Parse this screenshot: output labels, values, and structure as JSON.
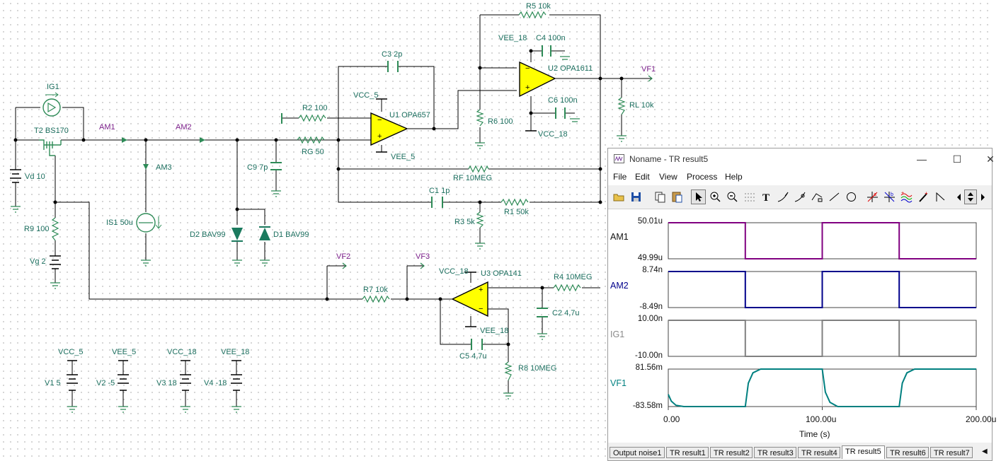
{
  "schematic": {
    "components": {
      "ig1": "IG1",
      "t2": "T2 BS170",
      "vd": "Vd 10",
      "r9": "R9 100",
      "vg": "Vg 2",
      "am3": "AM3",
      "is1": "IS1 50u",
      "c9": "C9 7p",
      "d2": "D2 BAV99",
      "d1": "D1 BAV99",
      "r2": "R2 100",
      "rg": "RG 50",
      "c3": "C3 2p",
      "vcc5": "VCC_5",
      "u1": "U1 OPA657",
      "vee5": "VEE_5",
      "rf": "RF 10MEG",
      "c1": "C1 1p",
      "r1": "R1 50k",
      "r3": "R3 5k",
      "r5": "R5 10k",
      "vee18_top": "VEE_18",
      "c4": "C4 100n",
      "u2": "U2 OPA1611",
      "r6": "R6 100",
      "c6": "C6 100n",
      "vcc18_top": "VCC_18",
      "rl": "RL 10k",
      "r7": "R7 10k",
      "vcc18_u3": "VCC_18",
      "u3": "U3 OPA141",
      "r4": "R4 10MEG",
      "c2": "C2 4,7u",
      "vee18_u3": "VEE_18",
      "c5": "C5 4,7u",
      "r8": "R8 10MEG",
      "sup_vcc5": "VCC_5",
      "sup_vee5": "VEE_5",
      "sup_vcc18": "VCC_18",
      "sup_vee18": "VEE_18",
      "v1": "V1 5",
      "v2": "V2 -5",
      "v3": "V3 18",
      "v4": "V4 -18"
    },
    "nodes": {
      "am1": "AM1",
      "am2": "AM2",
      "vf1": "VF1",
      "vf2": "VF2",
      "vf3": "VF3"
    }
  },
  "window": {
    "title": "Noname - TR result5",
    "menu": [
      "File",
      "Edit",
      "View",
      "Process",
      "Help"
    ],
    "toolbar_icons": [
      "open-folder-icon",
      "save-icon",
      "copy-icon",
      "paste-icon",
      "pointer-icon",
      "zoom-in-icon",
      "zoom-out-icon",
      "grid-icon",
      "text-icon",
      "curve-a-icon",
      "curve-b-icon",
      "curve-c-icon",
      "line-icon",
      "circle-icon",
      "cursor-a-icon",
      "cursor-b-icon",
      "waves-icon",
      "pen-icon",
      "step-icon",
      "scroll-left-icon",
      "scroll-updown-icon",
      "scroll-right-icon"
    ],
    "tabs": [
      "Output noise1",
      "TR result1",
      "TR result2",
      "TR result3",
      "TR result4",
      "TR result5",
      "TR result6",
      "TR result7"
    ],
    "active_tab": "TR result5"
  },
  "chart_data": {
    "type": "line",
    "xlabel": "Time (s)",
    "x_tick_labels": [
      "0.00",
      "100.00u",
      "200.00u"
    ],
    "xlim": [
      0,
      0.0002
    ],
    "traces": [
      {
        "name": "AM1",
        "color": "#800080",
        "ymax_label": "50.01u",
        "ymin_label": "49.99u",
        "x": [
          0,
          5e-05,
          5e-05,
          0.0001,
          0.0001,
          0.00015,
          0.00015,
          0.0002
        ],
        "y": [
          5.001e-05,
          5.001e-05,
          4.999e-05,
          4.999e-05,
          5.001e-05,
          5.001e-05,
          4.999e-05,
          4.999e-05
        ]
      },
      {
        "name": "AM2",
        "color": "#00008b",
        "ymax_label": "8.74n",
        "ymin_label": "-8.49n",
        "x": [
          0,
          5e-05,
          5e-05,
          0.0001,
          0.0001,
          0.00015,
          0.00015,
          0.0002
        ],
        "y": [
          8.74e-09,
          8.74e-09,
          -8.49e-09,
          -8.49e-09,
          8.74e-09,
          8.74e-09,
          -8.49e-09,
          -8.49e-09
        ]
      },
      {
        "name": "IG1",
        "color": "#808080",
        "ymax_label": "10.00n",
        "ymin_label": "-10.00n",
        "x": [
          0,
          5e-05,
          5e-05,
          0.0001,
          0.0001,
          0.00015,
          0.00015,
          0.0002
        ],
        "y": [
          1e-08,
          1e-08,
          -1e-08,
          -1e-08,
          1e-08,
          1e-08,
          -1e-08,
          -1e-08
        ]
      },
      {
        "name": "VF1",
        "color": "#008080",
        "ymax_label": "81.56m",
        "ymin_label": "-83.58m",
        "x": [
          0,
          2e-06,
          5e-06,
          1e-05,
          5e-05,
          5.2e-05,
          5.5e-05,
          6e-05,
          0.0001,
          0.000102,
          0.000105,
          0.00011,
          0.00015,
          0.000152,
          0.000155,
          0.00016,
          0.0002
        ],
        "y": [
          -0.03,
          -0.06,
          -0.078,
          -0.0836,
          -0.0836,
          0.02,
          0.065,
          0.0816,
          0.0816,
          -0.02,
          -0.065,
          -0.0836,
          -0.0836,
          0.02,
          0.065,
          0.0816,
          0.0816
        ]
      }
    ]
  }
}
